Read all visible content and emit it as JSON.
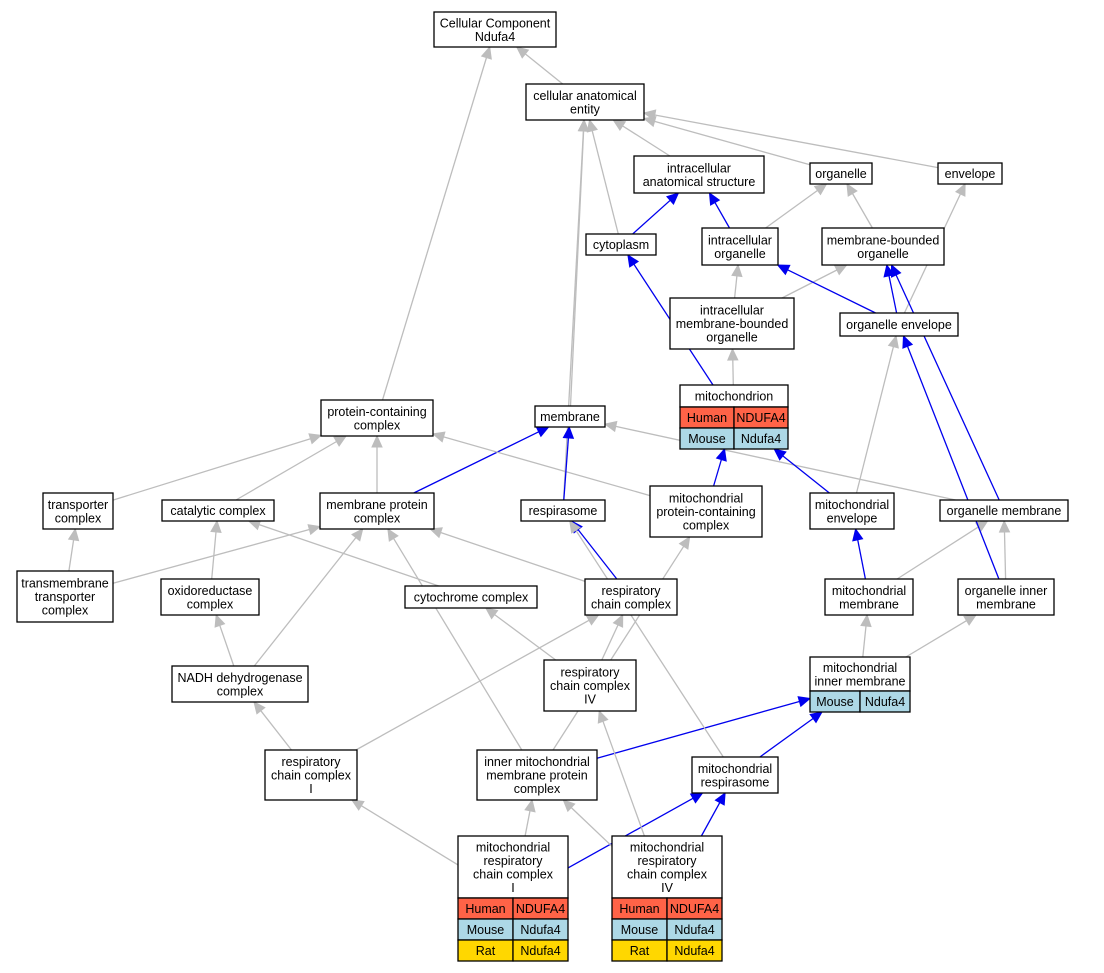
{
  "colors": {
    "edge_gray": "#bdbdbd",
    "edge_blue": "#0000ee",
    "human": "#ff6347",
    "mouse": "#add8e6",
    "rat": "#ffd700"
  },
  "nodes": {
    "cellular_component": {
      "lines": [
        "Cellular Component",
        "Ndufa4"
      ]
    },
    "cellular_anatomical_entity": {
      "lines": [
        "cellular anatomical",
        "entity"
      ]
    },
    "intracellular_anatomical_structure": {
      "lines": [
        "intracellular",
        "anatomical structure"
      ]
    },
    "organelle": {
      "lines": [
        "organelle"
      ]
    },
    "envelope": {
      "lines": [
        "envelope"
      ]
    },
    "cytoplasm": {
      "lines": [
        "cytoplasm"
      ]
    },
    "intracellular_organelle": {
      "lines": [
        "intracellular",
        "organelle"
      ]
    },
    "membrane_bounded_organelle": {
      "lines": [
        "membrane-bounded",
        "organelle"
      ]
    },
    "intracellular_membrane_bounded_organelle": {
      "lines": [
        "intracellular",
        "membrane-bounded",
        "organelle"
      ]
    },
    "organelle_envelope": {
      "lines": [
        "organelle envelope"
      ]
    },
    "mitochondrion": {
      "lines": [
        "mitochondrion"
      ],
      "genes": [
        {
          "species": "Human",
          "symbol": "NDUFA4"
        },
        {
          "species": "Mouse",
          "symbol": "Ndufa4"
        }
      ]
    },
    "protein_containing_complex": {
      "lines": [
        "protein-containing",
        "complex"
      ]
    },
    "membrane": {
      "lines": [
        "membrane"
      ]
    },
    "transporter_complex": {
      "lines": [
        "transporter",
        "complex"
      ]
    },
    "catalytic_complex": {
      "lines": [
        "catalytic complex"
      ]
    },
    "membrane_protein_complex": {
      "lines": [
        "membrane protein",
        "complex"
      ]
    },
    "respirasome": {
      "lines": [
        "respirasome"
      ]
    },
    "mitochondrial_protein_containing_complex": {
      "lines": [
        "mitochondrial",
        "protein-containing",
        "complex"
      ]
    },
    "mitochondrial_envelope": {
      "lines": [
        "mitochondrial",
        "envelope"
      ]
    },
    "organelle_membrane": {
      "lines": [
        "organelle membrane"
      ]
    },
    "transmembrane_transporter_complex": {
      "lines": [
        "transmembrane",
        "transporter",
        "complex"
      ]
    },
    "oxidoreductase_complex": {
      "lines": [
        "oxidoreductase",
        "complex"
      ]
    },
    "cytochrome_complex": {
      "lines": [
        "cytochrome complex"
      ]
    },
    "respiratory_chain_complex": {
      "lines": [
        "respiratory",
        "chain complex"
      ]
    },
    "mitochondrial_membrane": {
      "lines": [
        "mitochondrial",
        "membrane"
      ]
    },
    "organelle_inner_membrane": {
      "lines": [
        "organelle inner",
        "membrane"
      ]
    },
    "nadh_dehydrogenase_complex": {
      "lines": [
        "NADH dehydrogenase",
        "complex"
      ]
    },
    "respiratory_chain_complex_iv": {
      "lines": [
        "respiratory",
        "chain complex",
        "IV"
      ]
    },
    "mitochondrial_inner_membrane": {
      "lines": [
        "mitochondrial",
        "inner membrane"
      ],
      "genes": [
        {
          "species": "Mouse",
          "symbol": "Ndufa4"
        }
      ]
    },
    "respiratory_chain_complex_i": {
      "lines": [
        "respiratory",
        "chain complex",
        "I"
      ]
    },
    "inner_mitochondrial_membrane_protein_complex": {
      "lines": [
        "inner mitochondrial",
        "membrane protein",
        "complex"
      ]
    },
    "mitochondrial_respirasome": {
      "lines": [
        "mitochondrial",
        "respirasome"
      ]
    },
    "mitochondrial_respiratory_chain_complex_i": {
      "lines": [
        "mitochondrial",
        "respiratory",
        "chain complex",
        "I"
      ],
      "genes": [
        {
          "species": "Human",
          "symbol": "NDUFA4"
        },
        {
          "species": "Mouse",
          "symbol": "Ndufa4"
        },
        {
          "species": "Rat",
          "symbol": "Ndufa4"
        }
      ]
    },
    "mitochondrial_respiratory_chain_complex_iv": {
      "lines": [
        "mitochondrial",
        "respiratory",
        "chain complex",
        "IV"
      ],
      "genes": [
        {
          "species": "Human",
          "symbol": "NDUFA4"
        },
        {
          "species": "Mouse",
          "symbol": "Ndufa4"
        },
        {
          "species": "Rat",
          "symbol": "Ndufa4"
        }
      ]
    }
  },
  "edges": [
    {
      "from": "cellular_anatomical_entity",
      "to": "cellular_component",
      "kind": "gray"
    },
    {
      "from": "protein_containing_complex",
      "to": "cellular_component",
      "kind": "gray"
    },
    {
      "from": "intracellular_anatomical_structure",
      "to": "cellular_anatomical_entity",
      "kind": "gray"
    },
    {
      "from": "organelle",
      "to": "cellular_anatomical_entity",
      "kind": "gray"
    },
    {
      "from": "envelope",
      "to": "cellular_anatomical_entity",
      "kind": "gray"
    },
    {
      "from": "cytoplasm",
      "to": "cellular_anatomical_entity",
      "kind": "gray"
    },
    {
      "from": "membrane",
      "to": "cellular_anatomical_entity",
      "kind": "gray"
    },
    {
      "from": "respirasome",
      "to": "cellular_anatomical_entity",
      "kind": "gray"
    },
    {
      "from": "cytoplasm",
      "to": "intracellular_anatomical_structure",
      "kind": "blue"
    },
    {
      "from": "intracellular_organelle",
      "to": "intracellular_anatomical_structure",
      "kind": "blue"
    },
    {
      "from": "intracellular_organelle",
      "to": "organelle",
      "kind": "gray"
    },
    {
      "from": "membrane_bounded_organelle",
      "to": "organelle",
      "kind": "gray"
    },
    {
      "from": "intracellular_membrane_bounded_organelle",
      "to": "intracellular_organelle",
      "kind": "gray"
    },
    {
      "from": "intracellular_membrane_bounded_organelle",
      "to": "membrane_bounded_organelle",
      "kind": "gray"
    },
    {
      "from": "organelle_envelope",
      "to": "intracellular_organelle",
      "kind": "blue"
    },
    {
      "from": "organelle_envelope",
      "to": "membrane_bounded_organelle",
      "kind": "blue"
    },
    {
      "from": "organelle_envelope",
      "to": "envelope",
      "kind": "gray"
    },
    {
      "from": "mitochondrion",
      "to": "cytoplasm",
      "kind": "blue"
    },
    {
      "from": "mitochondrion",
      "to": "intracellular_membrane_bounded_organelle",
      "kind": "gray"
    },
    {
      "from": "organelle_membrane",
      "to": "membrane_bounded_organelle",
      "kind": "blue"
    },
    {
      "from": "organelle_membrane",
      "to": "membrane",
      "kind": "gray"
    },
    {
      "from": "mitochondrial_envelope",
      "to": "mitochondrion",
      "kind": "blue"
    },
    {
      "from": "mitochondrial_envelope",
      "to": "organelle_envelope",
      "kind": "gray"
    },
    {
      "from": "transporter_complex",
      "to": "protein_containing_complex",
      "kind": "gray"
    },
    {
      "from": "catalytic_complex",
      "to": "protein_containing_complex",
      "kind": "gray"
    },
    {
      "from": "membrane_protein_complex",
      "to": "protein_containing_complex",
      "kind": "gray"
    },
    {
      "from": "membrane_protein_complex",
      "to": "membrane",
      "kind": "blue"
    },
    {
      "from": "mitochondrial_protein_containing_complex",
      "to": "protein_containing_complex",
      "kind": "gray"
    },
    {
      "from": "mitochondrial_protein_containing_complex",
      "to": "mitochondrion",
      "kind": "blue"
    },
    {
      "from": "respirasome",
      "to": "membrane",
      "kind": "blue"
    },
    {
      "from": "transmembrane_transporter_complex",
      "to": "transporter_complex",
      "kind": "gray"
    },
    {
      "from": "transmembrane_transporter_complex",
      "to": "membrane_protein_complex",
      "kind": "gray"
    },
    {
      "from": "oxidoreductase_complex",
      "to": "catalytic_complex",
      "kind": "gray"
    },
    {
      "from": "cytochrome_complex",
      "to": "catalytic_complex",
      "kind": "gray"
    },
    {
      "from": "respiratory_chain_complex",
      "to": "membrane_protein_complex",
      "kind": "gray"
    },
    {
      "from": "respiratory_chain_complex",
      "to": "respirasome",
      "kind": "blue"
    },
    {
      "from": "mitochondrial_membrane",
      "to": "mitochondrial_envelope",
      "kind": "blue"
    },
    {
      "from": "mitochondrial_membrane",
      "to": "organelle_membrane",
      "kind": "gray"
    },
    {
      "from": "organelle_inner_membrane",
      "to": "organelle_membrane",
      "kind": "gray"
    },
    {
      "from": "organelle_inner_membrane",
      "to": "organelle_envelope",
      "kind": "blue"
    },
    {
      "from": "nadh_dehydrogenase_complex",
      "to": "oxidoreductase_complex",
      "kind": "gray"
    },
    {
      "from": "nadh_dehydrogenase_complex",
      "to": "membrane_protein_complex",
      "kind": "gray"
    },
    {
      "from": "respiratory_chain_complex_iv",
      "to": "cytochrome_complex",
      "kind": "gray"
    },
    {
      "from": "respiratory_chain_complex_iv",
      "to": "respiratory_chain_complex",
      "kind": "gray"
    },
    {
      "from": "mitochondrial_inner_membrane",
      "to": "mitochondrial_membrane",
      "kind": "gray"
    },
    {
      "from": "mitochondrial_inner_membrane",
      "to": "organelle_inner_membrane",
      "kind": "gray"
    },
    {
      "from": "respiratory_chain_complex_i",
      "to": "nadh_dehydrogenase_complex",
      "kind": "gray"
    },
    {
      "from": "respiratory_chain_complex_i",
      "to": "respiratory_chain_complex",
      "kind": "gray"
    },
    {
      "from": "inner_mitochondrial_membrane_protein_complex",
      "to": "membrane_protein_complex",
      "kind": "gray"
    },
    {
      "from": "inner_mitochondrial_membrane_protein_complex",
      "to": "mitochondrial_protein_containing_complex",
      "kind": "gray"
    },
    {
      "from": "inner_mitochondrial_membrane_protein_complex",
      "to": "mitochondrial_inner_membrane",
      "kind": "blue"
    },
    {
      "from": "mitochondrial_respirasome",
      "to": "mitochondrial_inner_membrane",
      "kind": "blue"
    },
    {
      "from": "mitochondrial_respirasome",
      "to": "respirasome",
      "kind": "gray"
    },
    {
      "from": "mitochondrial_respiratory_chain_complex_i",
      "to": "respiratory_chain_complex_i",
      "kind": "gray"
    },
    {
      "from": "mitochondrial_respiratory_chain_complex_i",
      "to": "inner_mitochondrial_membrane_protein_complex",
      "kind": "gray"
    },
    {
      "from": "mitochondrial_respiratory_chain_complex_i",
      "to": "mitochondrial_respirasome",
      "kind": "blue"
    },
    {
      "from": "mitochondrial_respiratory_chain_complex_iv",
      "to": "respiratory_chain_complex_iv",
      "kind": "gray"
    },
    {
      "from": "mitochondrial_respiratory_chain_complex_iv",
      "to": "mitochondrial_respirasome",
      "kind": "blue"
    },
    {
      "from": "mitochondrial_respiratory_chain_complex_iv",
      "to": "inner_mitochondrial_membrane_protein_complex",
      "kind": "gray"
    }
  ]
}
